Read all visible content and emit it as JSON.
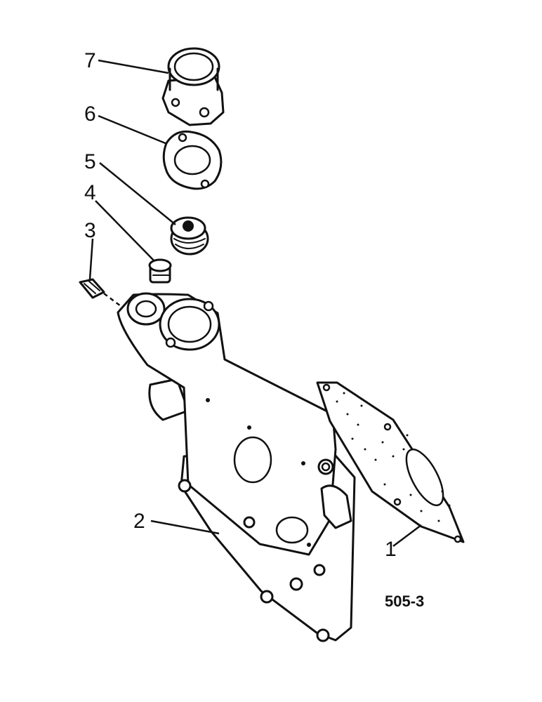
{
  "figure_code": "505-3",
  "callouts": [
    {
      "label": "1"
    },
    {
      "label": "2"
    },
    {
      "label": "3"
    },
    {
      "label": "4"
    },
    {
      "label": "5"
    },
    {
      "label": "6"
    },
    {
      "label": "7"
    }
  ]
}
